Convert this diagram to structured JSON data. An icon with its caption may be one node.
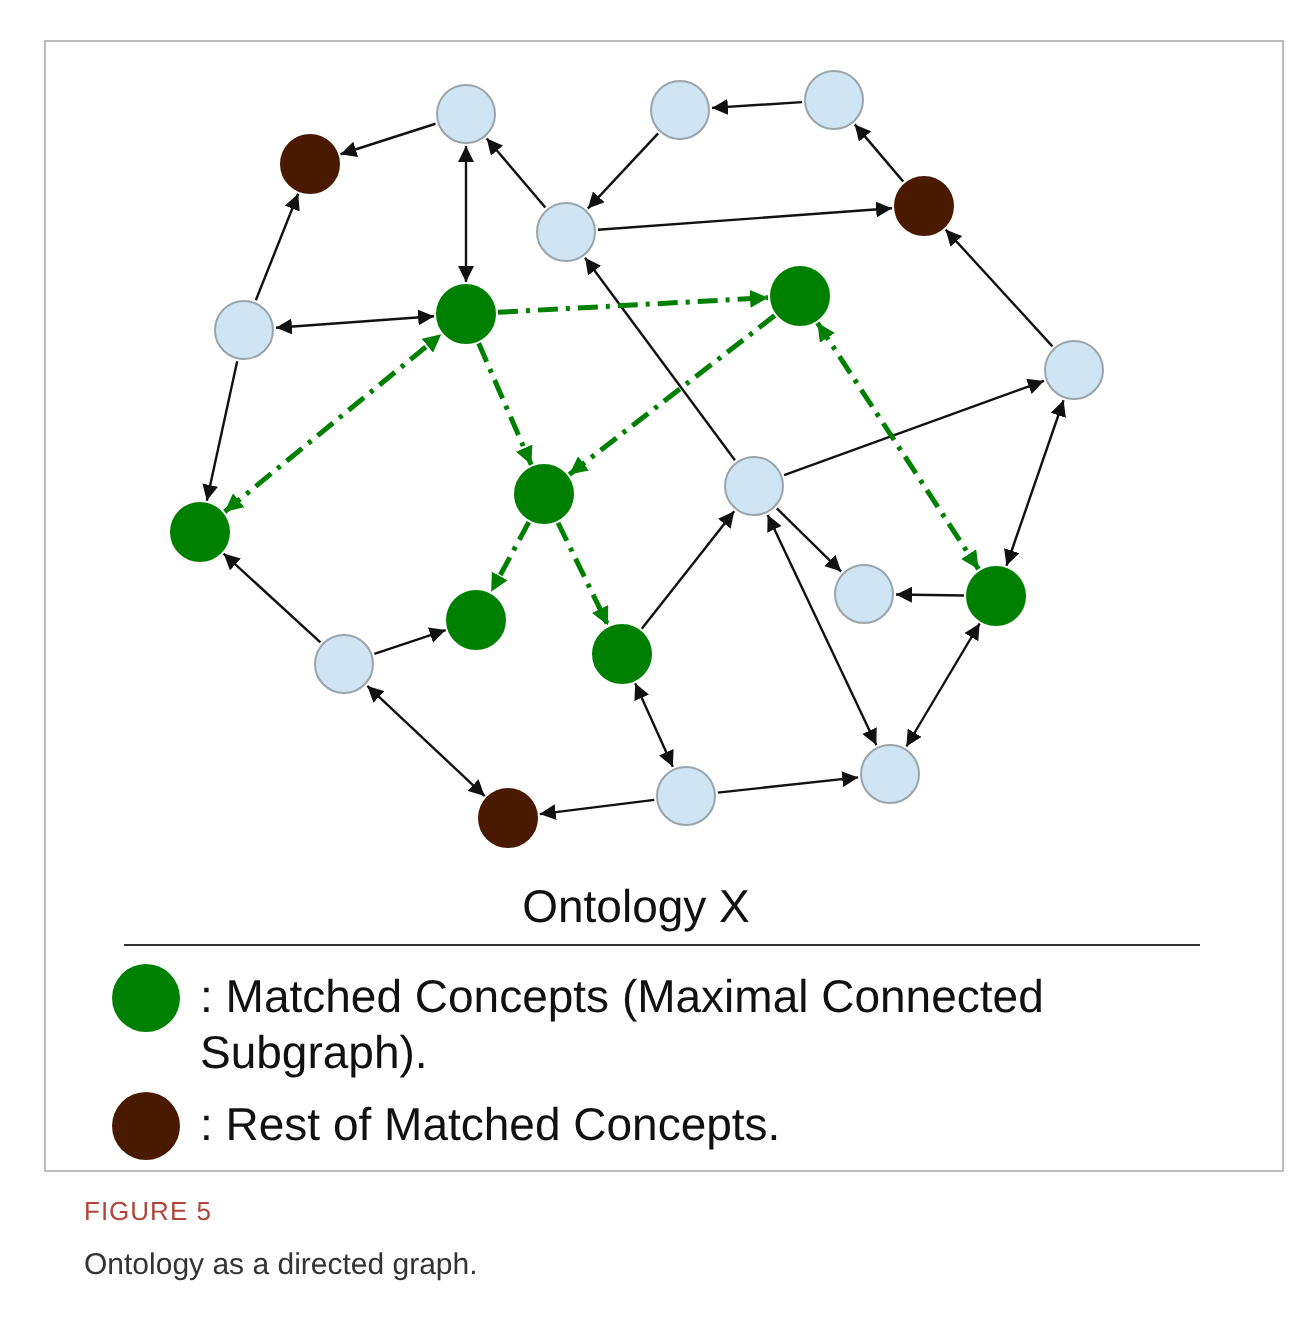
{
  "diagram": {
    "title": "Ontology X",
    "caption": "Ontology as a directed graph.",
    "nodes": [
      {
        "text": [],
        "shape": "circle"
      },
      {
        "text": [],
        "shape": "circle"
      },
      {
        "text": [],
        "shape": "circle"
      },
      {
        "text": [],
        "shape": "circle"
      },
      {
        "text": [],
        "shape": "circle"
      },
      {
        "text": [],
        "shape": "circle"
      },
      {
        "text": [],
        "shape": "circle"
      },
      {
        "text": [],
        "shape": "circle"
      },
      {
        "text": [],
        "shape": "circle"
      },
      {
        "text": [],
        "shape": "circle"
      },
      {
        "text": [],
        "shape": "circle"
      },
      {
        "text": [],
        "shape": "circle"
      },
      {
        "text": [],
        "shape": "circle"
      },
      {
        "text": [],
        "shape": "circle"
      },
      {
        "text": [],
        "shape": "circle"
      },
      {
        "text": [],
        "shape": "circle"
      },
      {
        "text": [],
        "shape": "circle"
      },
      {
        "text": [],
        "shape": "circle"
      },
      {
        "text": [],
        "shape": "circle"
      },
      {
        "text": [],
        "shape": "circle"
      },
      {
        "text": [],
        "shape": "circle"
      }
    ],
    "edges": [
      {
        "from": 0,
        "to": 1,
        "arrow": "to"
      },
      {
        "from": 0,
        "to": 7,
        "arrow": "both"
      },
      {
        "from": 4,
        "to": 0,
        "arrow": "to"
      },
      {
        "from": 3,
        "to": 2,
        "arrow": "to"
      },
      {
        "from": 2,
        "to": 4,
        "arrow": "to"
      },
      {
        "from": 4,
        "to": 5,
        "arrow": "to"
      },
      {
        "from": 5,
        "to": 3,
        "arrow": "to"
      },
      {
        "from": 6,
        "to": 1,
        "arrow": "to"
      },
      {
        "from": 6,
        "to": 7,
        "arrow": "both"
      },
      {
        "from": 6,
        "to": 10,
        "arrow": "to"
      },
      {
        "from": 9,
        "to": 5,
        "arrow": "to"
      },
      {
        "from": 12,
        "to": 4,
        "arrow": "to"
      },
      {
        "from": 12,
        "to": 9,
        "arrow": "to"
      },
      {
        "from": 9,
        "to": 15,
        "arrow": "both"
      },
      {
        "from": 12,
        "to": 14,
        "arrow": "to"
      },
      {
        "from": 15,
        "to": 14,
        "arrow": "to"
      },
      {
        "from": 12,
        "to": 19,
        "arrow": "both"
      },
      {
        "from": 15,
        "to": 19,
        "arrow": "both"
      },
      {
        "from": 17,
        "to": 12,
        "arrow": "to"
      },
      {
        "from": 17,
        "to": 18,
        "arrow": "both"
      },
      {
        "from": 18,
        "to": 19,
        "arrow": "to"
      },
      {
        "from": 18,
        "to": 20,
        "arrow": "to"
      },
      {
        "from": 16,
        "to": 10,
        "arrow": "to"
      },
      {
        "from": 16,
        "to": 13,
        "arrow": "to"
      },
      {
        "from": 16,
        "to": 20,
        "arrow": "both"
      },
      {
        "from": 7,
        "to": 8,
        "arrow": "to",
        "style": "dashed",
        "color": "#008000"
      },
      {
        "from": 7,
        "to": 11,
        "arrow": "to",
        "style": "dashed",
        "color": "#008000"
      },
      {
        "from": 10,
        "to": 7,
        "arrow": "both",
        "style": "dashed",
        "color": "#008000"
      },
      {
        "from": 8,
        "to": 11,
        "arrow": "to",
        "style": "dashed",
        "color": "#008000"
      },
      {
        "from": 8,
        "to": 15,
        "arrow": "both",
        "style": "dashed",
        "color": "#008000"
      },
      {
        "from": 11,
        "to": 13,
        "arrow": "to",
        "style": "dashed",
        "color": "#008000"
      },
      {
        "from": 11,
        "to": 17,
        "arrow": "to",
        "style": "dashed",
        "color": "#008000"
      }
    ],
    "labels": [
      "FIGURE 5"
    ],
    "legend": [
      {
        "text": ": Matched Concepts (Maximal Connected Subgraph).",
        "color": "#008000"
      },
      {
        "text": ": Rest of Matched Concepts.",
        "color": "#4a1a00"
      }
    ]
  }
}
